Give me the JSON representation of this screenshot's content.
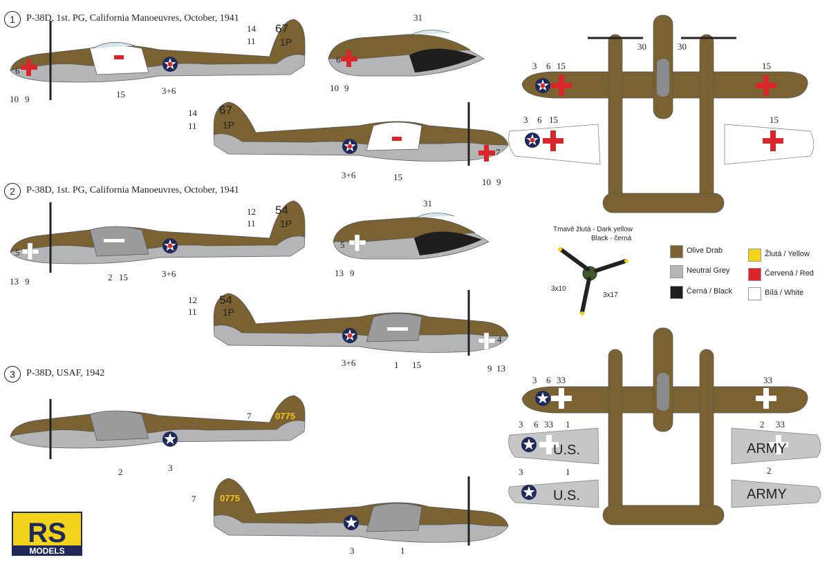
{
  "schemes": [
    {
      "number": "1",
      "title": "P-38D, 1st. PG, California Manoeuvres, October, 1941"
    },
    {
      "number": "2",
      "title": "P-38D, 1st. PG, California Manoeuvres, October, 1941"
    },
    {
      "number": "3",
      "title": "P-38D, USAF, 1942"
    }
  ],
  "callouts": {
    "s1_top": [
      "14",
      "11",
      "6",
      "10",
      "9",
      "15",
      "3+6"
    ],
    "s1_canopy": [
      "31",
      "6",
      "10",
      "9"
    ],
    "s1_bottom": [
      "14",
      "11",
      "3+6",
      "15",
      "10",
      "9",
      "7"
    ],
    "s2_top": [
      "12",
      "11",
      "5",
      "13",
      "9",
      "2",
      "15",
      "3+6"
    ],
    "s2_canopy": [
      "31",
      "5",
      "13",
      "9"
    ],
    "s2_bottom": [
      "12",
      "11",
      "3+6",
      "1",
      "15",
      "9",
      "13",
      "4"
    ],
    "s3_top": [
      "7",
      "2",
      "3"
    ],
    "s3_bottom": [
      "7",
      "3",
      "1"
    ],
    "planform1": [
      "30",
      "30",
      "3",
      "6",
      "15",
      "15",
      "3",
      "6",
      "15",
      "15"
    ],
    "planform2": [
      "3",
      "6",
      "33",
      "33",
      "3",
      "6",
      "33",
      "1",
      "2",
      "33",
      "3",
      "1",
      "2"
    ]
  },
  "codes": {
    "s1_tail": [
      "67",
      "1P"
    ],
    "s2_tail": [
      "54",
      "1P"
    ],
    "s3_tail": "0775",
    "wing_us": "U.S.",
    "wing_army": "ARMY"
  },
  "propeller": {
    "label_yellow": "Tmavě žlutá - Dark yellow",
    "label_black": "Black - černá",
    "label_3x10": "3x10",
    "label_3x17": "3x17"
  },
  "legend": [
    {
      "label": "Olive Drab",
      "color": "#7a6232"
    },
    {
      "label": "Neutral Grey",
      "color": "#b4b5b7"
    },
    {
      "label": "Černá / Black",
      "color": "#1e1e1e"
    },
    {
      "label": "Žlutá / Yellow",
      "color": "#f3d21a"
    },
    {
      "label": "Červená / Red",
      "color": "#d8262b"
    },
    {
      "label": "Bílá / White",
      "color": "#ffffff"
    }
  ],
  "logo": {
    "line1": "RS",
    "line2": "MODELS"
  }
}
